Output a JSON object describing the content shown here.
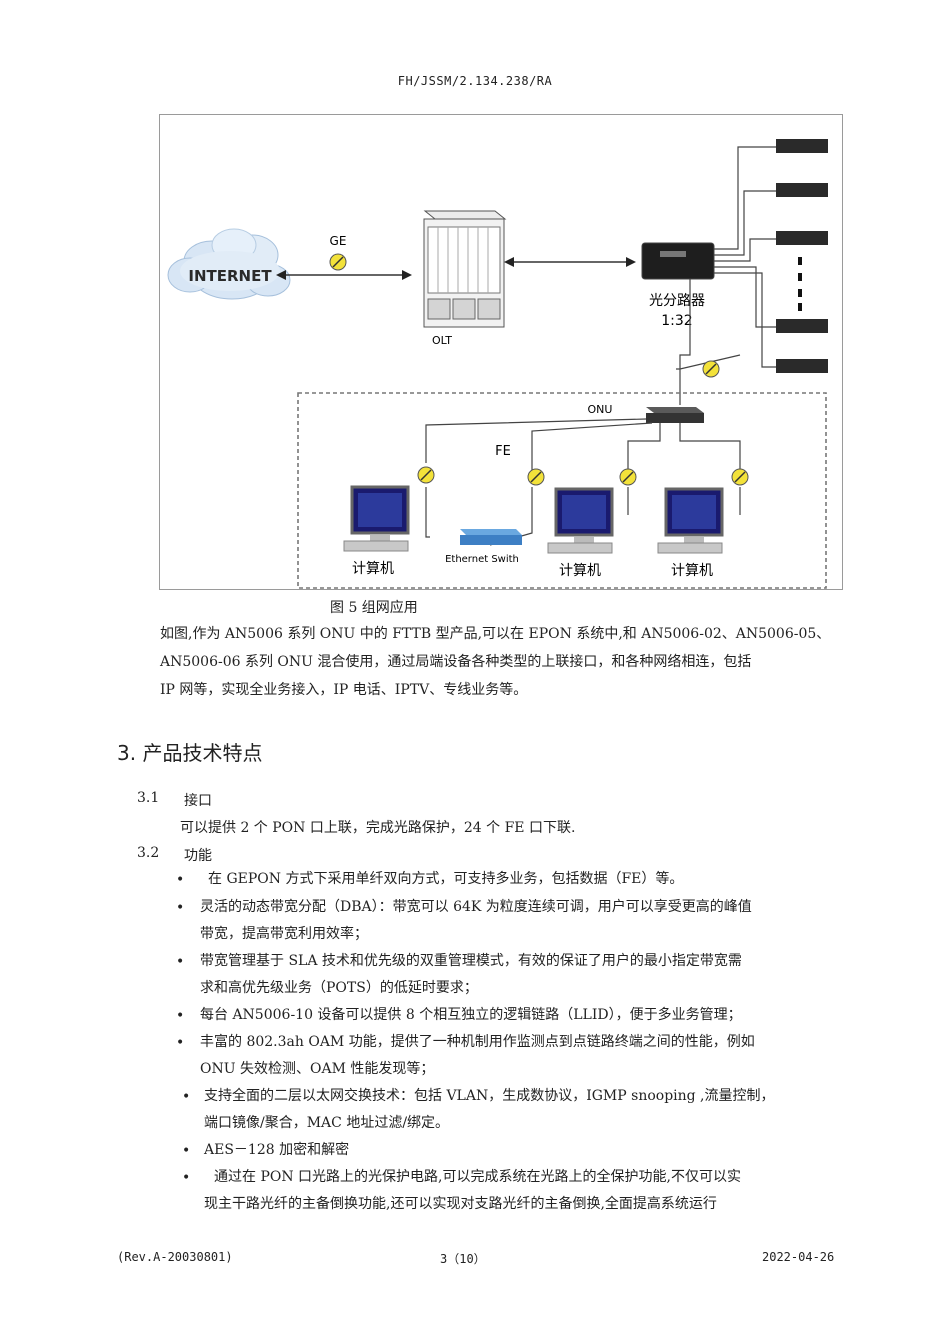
{
  "header": {
    "doc_id": "FH/JSSM/2.134.238/RA"
  },
  "figure": {
    "labels": {
      "internet": "INTERNET",
      "ge": "GE",
      "olt": "OLT",
      "splitter": "光分路器",
      "splitter_ratio": "1:32",
      "onu": "ONU",
      "fe": "FE",
      "computer_1": "计算机",
      "computer_2": "计算机",
      "computer_3": "计算机",
      "ethernet_switch": "Ethernet Swith"
    },
    "caption": "图 5 组网应用"
  },
  "intro": {
    "lines": [
      "如图,作为 AN5006 系列 ONU 中的 FTTB 型产品,可以在 EPON 系统中,和 AN5006-02、AN5006-05、",
      "AN5006-06 系列 ONU 混合使用，通过局端设备各种类型的上联接口，和各种网络相连，包括",
      "IP 网等，实现全业务接入，IP 电话、IPTV、专线业务等。"
    ]
  },
  "section": {
    "title": "3.  产品技术特点",
    "sub1": {
      "number": "3.1",
      "title": "接口",
      "text": "可以提供 2 个 PON 口上联，完成光路保护，24 个 FE 口下联."
    },
    "sub2": {
      "number": "3.2",
      "title": "功能"
    },
    "bullet_symbol": "•",
    "bullets": [
      [
        "在 GEPON 方式下采用单纤双向方式，可支持多业务，包括数据（FE）等。"
      ],
      [
        "灵活的动态带宽分配（DBA）：带宽可以 64K 为粒度连续可调，用户可以享受更高的峰值",
        "带宽，提高带宽利用效率；"
      ],
      [
        "带宽管理基于 SLA 技术和优先级的双重管理模式，有效的保证了用户的最小指定带宽需",
        "求和高优先级业务（POTS）的低延时要求；"
      ],
      [
        "每台 AN5006-10 设备可以提供 8 个相互独立的逻辑链路（LLID），便于多业务管理；"
      ],
      [
        "丰富的 802.3ah OAM 功能，提供了一种机制用作监测点到点链路终端之间的性能，例如",
        "ONU 失效检测、OAM 性能发现等；"
      ],
      [
        "支持全面的二层以太网交换技术：包括 VLAN，生成数协议，IGMP snooping ,流量控制，",
        "端口镜像/聚合，MAC 地址过滤/绑定。"
      ],
      [
        "AES－128 加密和解密"
      ],
      [
        "通过在 PON 口光路上的光保护电路,可以完成系统在光路上的全保护功能,不仅可以实",
        "现主干路光纤的主备倒换功能,还可以实现对支路光纤的主备倒换,全面提高系统运行"
      ]
    ]
  },
  "footer": {
    "rev": "(Rev.A-20030801)",
    "page": "3（10）",
    "date": "2022-04-26"
  }
}
